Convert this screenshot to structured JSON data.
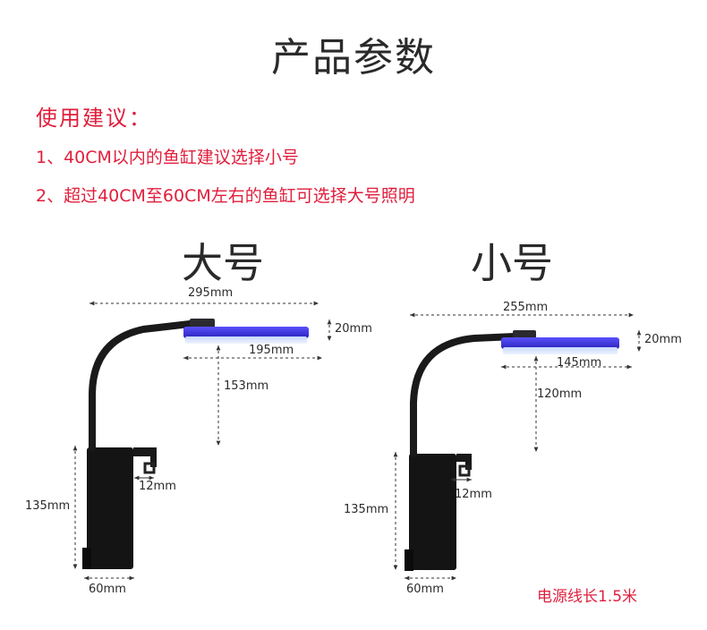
{
  "title": "产品参数",
  "usage": {
    "heading": "使用建议：",
    "lines": [
      "1、40CM以内的鱼缸建议选择小号",
      "2、超过40CM至60CM左右的鱼缸可选择大号照明"
    ]
  },
  "models": [
    {
      "name": "大号",
      "dims": {
        "overall_width": "295mm",
        "light_height": "20mm",
        "light_length": "195mm",
        "light_drop": "153mm",
        "clip": "12mm",
        "base_height": "135mm",
        "base_width": "60mm"
      }
    },
    {
      "name": "小号",
      "dims": {
        "overall_width": "255mm",
        "light_height": "20mm",
        "light_length": "145mm",
        "light_drop": "120mm",
        "clip": "12mm",
        "base_height": "135mm",
        "base_width": "60mm"
      }
    }
  ],
  "cable_note": "电源线长1.5米",
  "colors": {
    "accent_red": "#e01e3c",
    "led_blue": "#3a34d8",
    "led_glow": "#9ab8ff",
    "body": "#141414"
  }
}
